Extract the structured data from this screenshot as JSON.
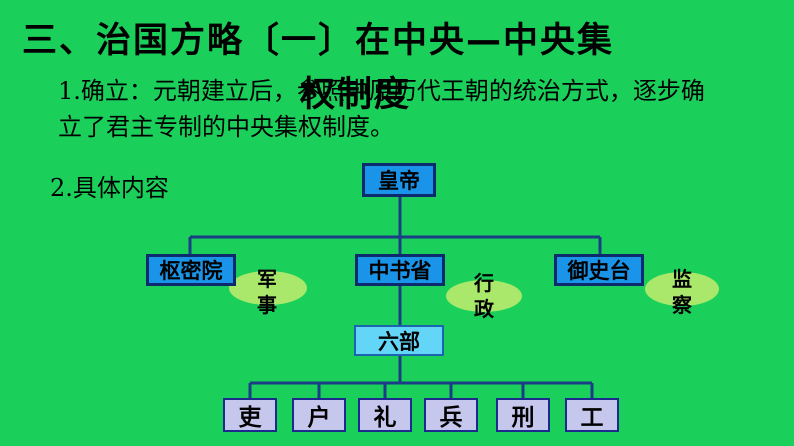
{
  "title": {
    "line1": "三、治国方略〔一〕在中央—中央集",
    "line2": "权制度"
  },
  "section1": {
    "text": "1.确立：元朝建立后，参照中原历代王朝的统治方式，逐步确立了君主专制的中央集权制度。"
  },
  "section2": {
    "heading": "2.具体内容"
  },
  "chart": {
    "emperor": "皇帝",
    "level2": [
      "枢密院",
      "中书省",
      "御史台"
    ],
    "functions": [
      "军事",
      "行政",
      "监察"
    ],
    "six_ministries": "六部",
    "ministries": [
      "吏",
      "户",
      "礼",
      "兵",
      "刑",
      "工"
    ]
  },
  "colors": {
    "background": "#1bd05a",
    "box_blue": "#1a94e8",
    "box_cyan": "#63d6f7",
    "box_lavender": "#c6c7ec",
    "ellipse": "#a9e86a",
    "line": "#1b3c86"
  }
}
